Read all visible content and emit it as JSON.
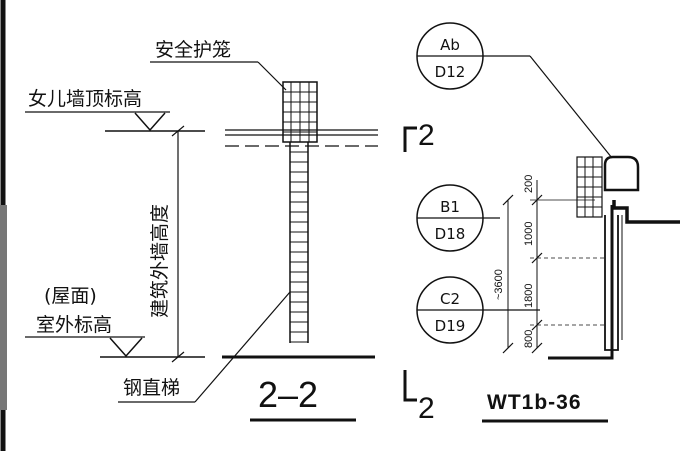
{
  "labels": {
    "safety_cage": "安全护笼",
    "parapet_top": "女儿墙顶标高",
    "roof": "(屋面)",
    "outdoor": "室外标高",
    "wall_height": "建筑外墙高度",
    "steel_ladder": "钢直梯"
  },
  "section": {
    "title": "2–2",
    "mark_top": "2",
    "mark_bottom": "2"
  },
  "detail_code": "WT1b-36",
  "callouts": [
    {
      "top": "Ab",
      "bottom": "D12"
    },
    {
      "top": "B1",
      "bottom": "D18"
    },
    {
      "top": "C2",
      "bottom": "D19"
    }
  ],
  "dimensions": {
    "d200": "200",
    "d1000": "1000",
    "d1800": "1800",
    "d800": "800",
    "total": "~3600"
  }
}
